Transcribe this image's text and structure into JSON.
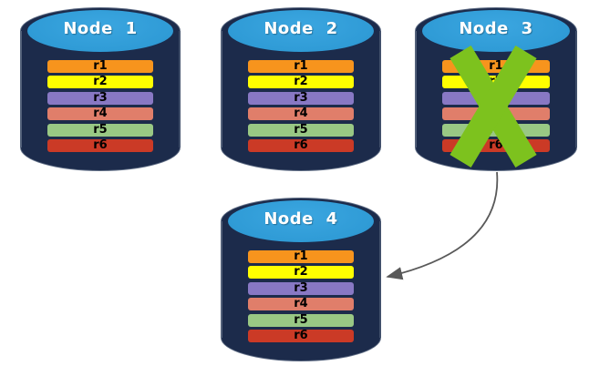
{
  "diagram": {
    "nodes": [
      {
        "label": "Node 1",
        "rows": [
          "r1",
          "r2",
          "r3",
          "r4",
          "r5",
          "r6"
        ],
        "failed": false
      },
      {
        "label": "Node 2",
        "rows": [
          "r1",
          "r2",
          "r3",
          "r4",
          "r5",
          "r6"
        ],
        "failed": false
      },
      {
        "label": "Node 3",
        "rows": [
          "r1",
          "r2",
          "r3",
          "r4",
          "r5",
          "r6"
        ],
        "failed": true
      },
      {
        "label": "Node 4",
        "rows": [
          "r1",
          "r2",
          "r3",
          "r4",
          "r5",
          "r6"
        ],
        "failed": false
      }
    ],
    "row_colors": {
      "r1": "#F7941D",
      "r2": "#FFFF00",
      "r3": "#8878C4",
      "r4": "#E07E6A",
      "r5": "#99C884",
      "r6": "#CB3A26"
    },
    "colors": {
      "cylinder_body": "#1C2B4B",
      "cylinder_top": "#2F9BD6",
      "failure_x": "#7DC21E",
      "arrow": "#595959"
    },
    "icons": {
      "failure": "x-mark-icon",
      "transfer": "curved-arrow-icon"
    }
  }
}
